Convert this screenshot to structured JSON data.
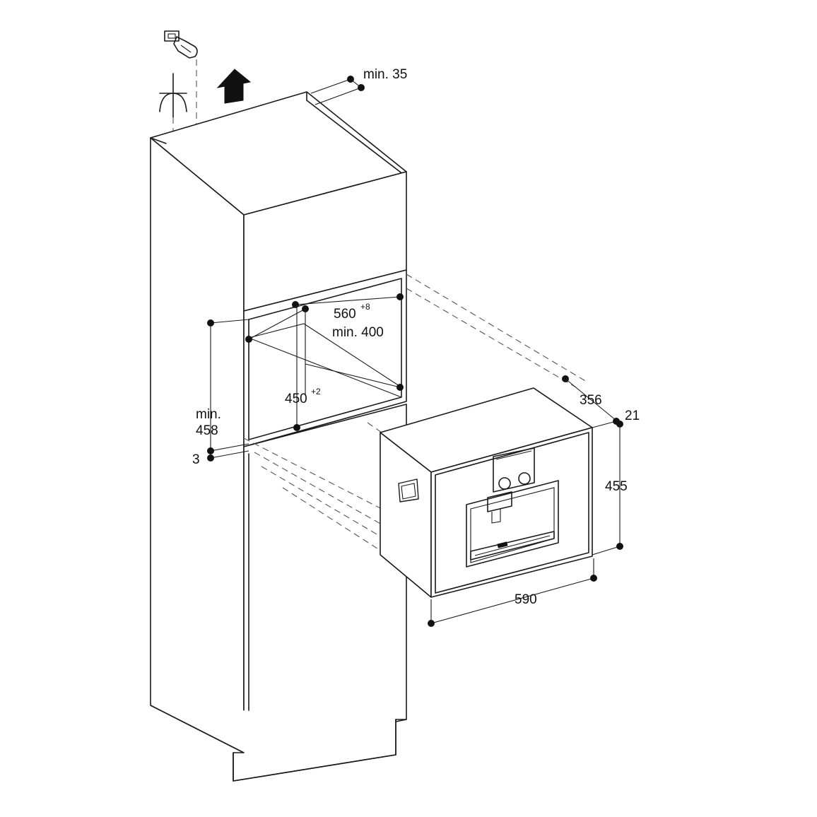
{
  "labels": {
    "top_clearance": "min. 35",
    "niche_width": "560",
    "niche_width_tol": "+8",
    "niche_depth": "min. 400",
    "niche_height": "450",
    "niche_height_tol": "+2",
    "side_min": "min.",
    "side_value": "458",
    "bottom_gap": "3",
    "unit_depth": "356",
    "front_thickness": "21",
    "unit_height": "455",
    "unit_width": "590"
  },
  "icons": [
    "power-plug-icon",
    "ventilation-arrow-icon",
    "wall-socket-symbol-icon"
  ]
}
